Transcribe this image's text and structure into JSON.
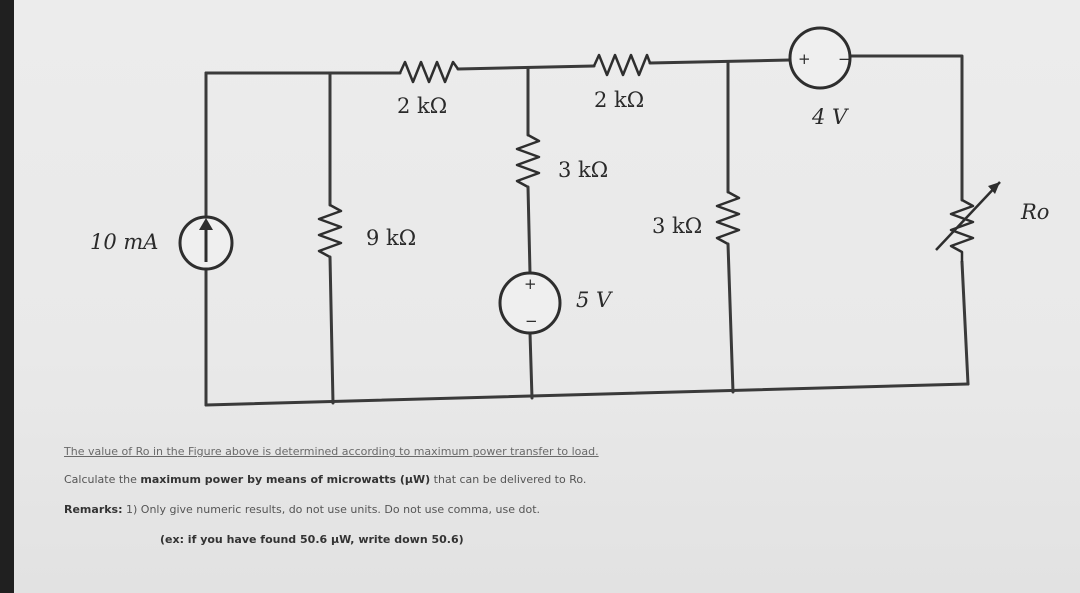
{
  "circuit": {
    "current_source": "10 mA",
    "r1": "9 kΩ",
    "r2": "2 kΩ",
    "r3": "3 kΩ",
    "r4": "2 kΩ",
    "r5": "3 kΩ",
    "source_5v": "5 V",
    "source_4v": "4 V",
    "ro": "Ro",
    "plus": "+",
    "minus": "−"
  },
  "problem": {
    "intro": "The value of Ro in the Figure above is determined according to maximum power transfer to load.",
    "question_prefix": "Calculate the ",
    "question_bold": "maximum power by means of microwatts (µW)",
    "question_suffix": " that can be delivered to Ro.",
    "remarks_label": "Remarks:",
    "remarks_text": " 1) Only give numeric results, do not use units.  Do not use comma, use dot.",
    "example": "(ex: if you have found 50.6 µW, write down 50.6)"
  }
}
